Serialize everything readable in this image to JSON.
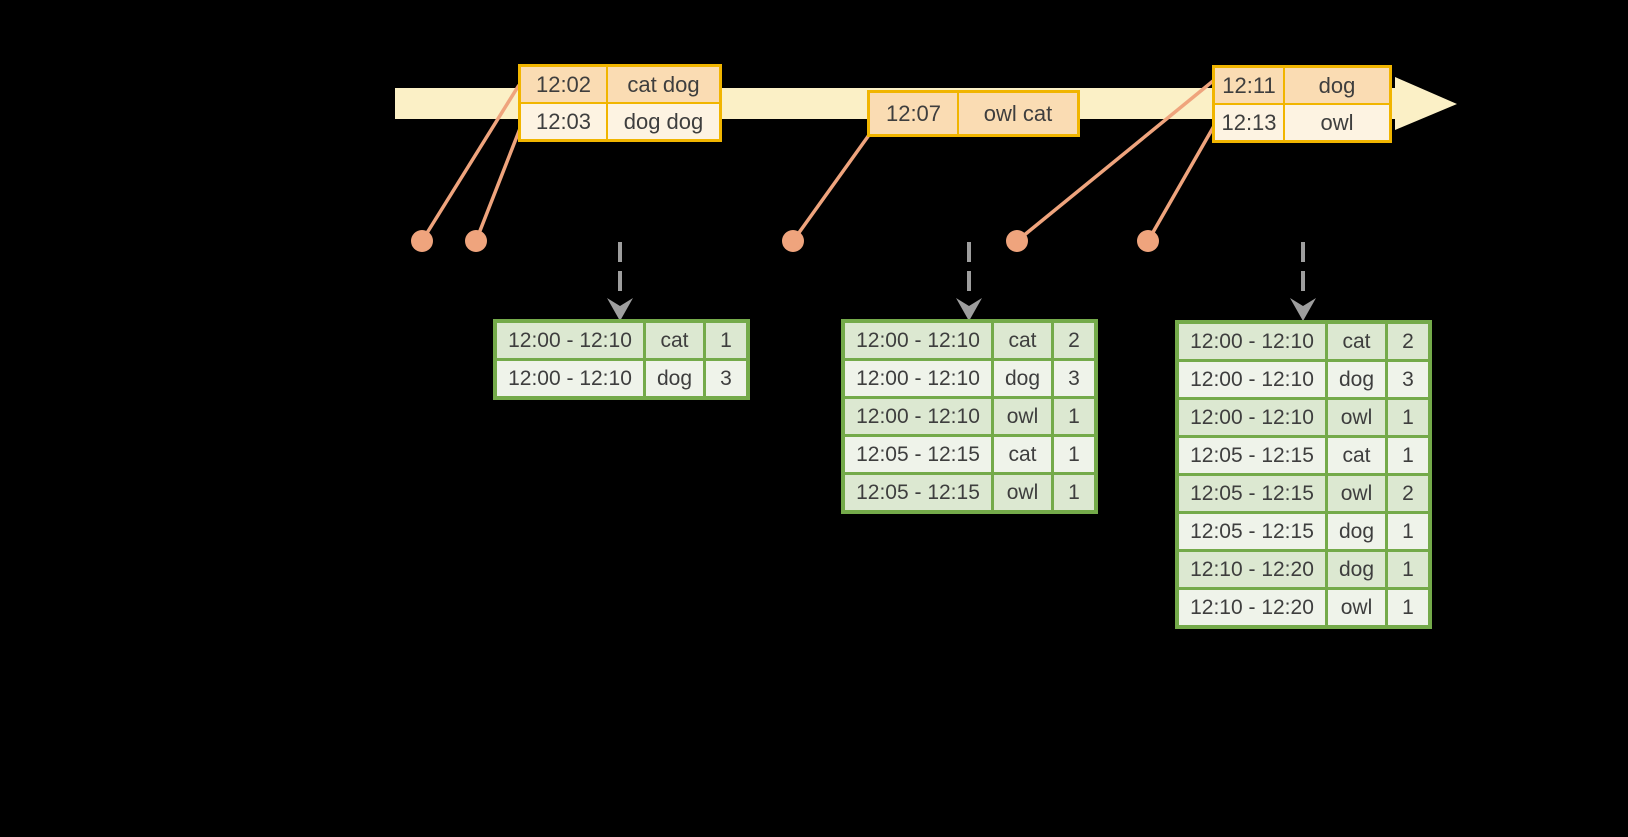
{
  "diagram_type": "streaming-windowed-aggregation-timeline",
  "colors": {
    "background": "#000000",
    "timeline_fill": "#fbf0c6",
    "event_table_border": "#f1b500",
    "event_row_peach": "#fadcb3",
    "event_row_cream": "#fdf3e2",
    "connector_salmon": "#efa47d",
    "trigger_arrow_gray": "#9e9e9e",
    "result_table_border": "#74aa4a",
    "result_row_green": "#dce8d1",
    "result_row_light": "#eff3ea",
    "text": "#3e3e3e"
  },
  "timeline": {
    "event_tables": [
      {
        "rows": [
          {
            "time": "12:02",
            "words": "cat dog"
          },
          {
            "time": "12:03",
            "words": "dog dog"
          }
        ]
      },
      {
        "rows": [
          {
            "time": "12:07",
            "words": "owl cat"
          }
        ]
      },
      {
        "rows": [
          {
            "time": "12:11",
            "words": "dog"
          },
          {
            "time": "12:13",
            "words": "owl"
          }
        ]
      }
    ]
  },
  "result_tables": [
    {
      "rows": [
        {
          "window": "12:00 - 12:10",
          "word": "cat",
          "count": "1"
        },
        {
          "window": "12:00 - 12:10",
          "word": "dog",
          "count": "3"
        }
      ]
    },
    {
      "rows": [
        {
          "window": "12:00 - 12:10",
          "word": "cat",
          "count": "2"
        },
        {
          "window": "12:00 - 12:10",
          "word": "dog",
          "count": "3"
        },
        {
          "window": "12:00 - 12:10",
          "word": "owl",
          "count": "1"
        },
        {
          "window": "12:05 - 12:15",
          "word": "cat",
          "count": "1"
        },
        {
          "window": "12:05 - 12:15",
          "word": "owl",
          "count": "1"
        }
      ]
    },
    {
      "rows": [
        {
          "window": "12:00 - 12:10",
          "word": "cat",
          "count": "2"
        },
        {
          "window": "12:00 - 12:10",
          "word": "dog",
          "count": "3"
        },
        {
          "window": "12:00 - 12:10",
          "word": "owl",
          "count": "1"
        },
        {
          "window": "12:05 - 12:15",
          "word": "cat",
          "count": "1"
        },
        {
          "window": "12:05 - 12:15",
          "word": "owl",
          "count": "2"
        },
        {
          "window": "12:05 - 12:15",
          "word": "dog",
          "count": "1"
        },
        {
          "window": "12:10 - 12:20",
          "word": "dog",
          "count": "1"
        },
        {
          "window": "12:10 - 12:20",
          "word": "owl",
          "count": "1"
        }
      ]
    }
  ]
}
